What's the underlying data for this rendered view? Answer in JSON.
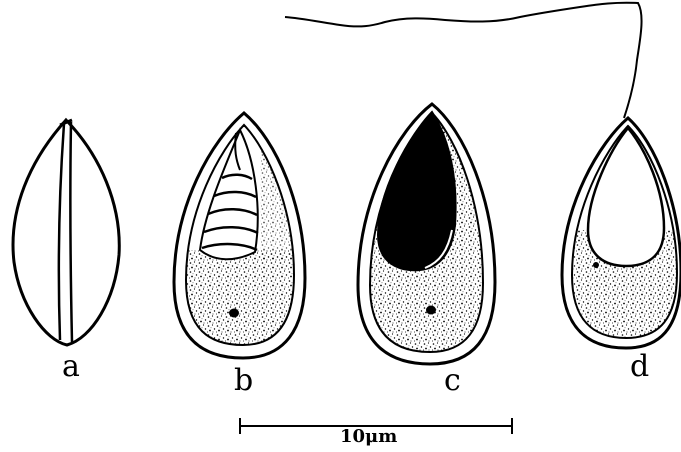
{
  "figure": {
    "labels": {
      "a": "a",
      "b": "b",
      "c": "c",
      "d": "d"
    },
    "scale_bar": {
      "label": "10μm"
    }
  }
}
